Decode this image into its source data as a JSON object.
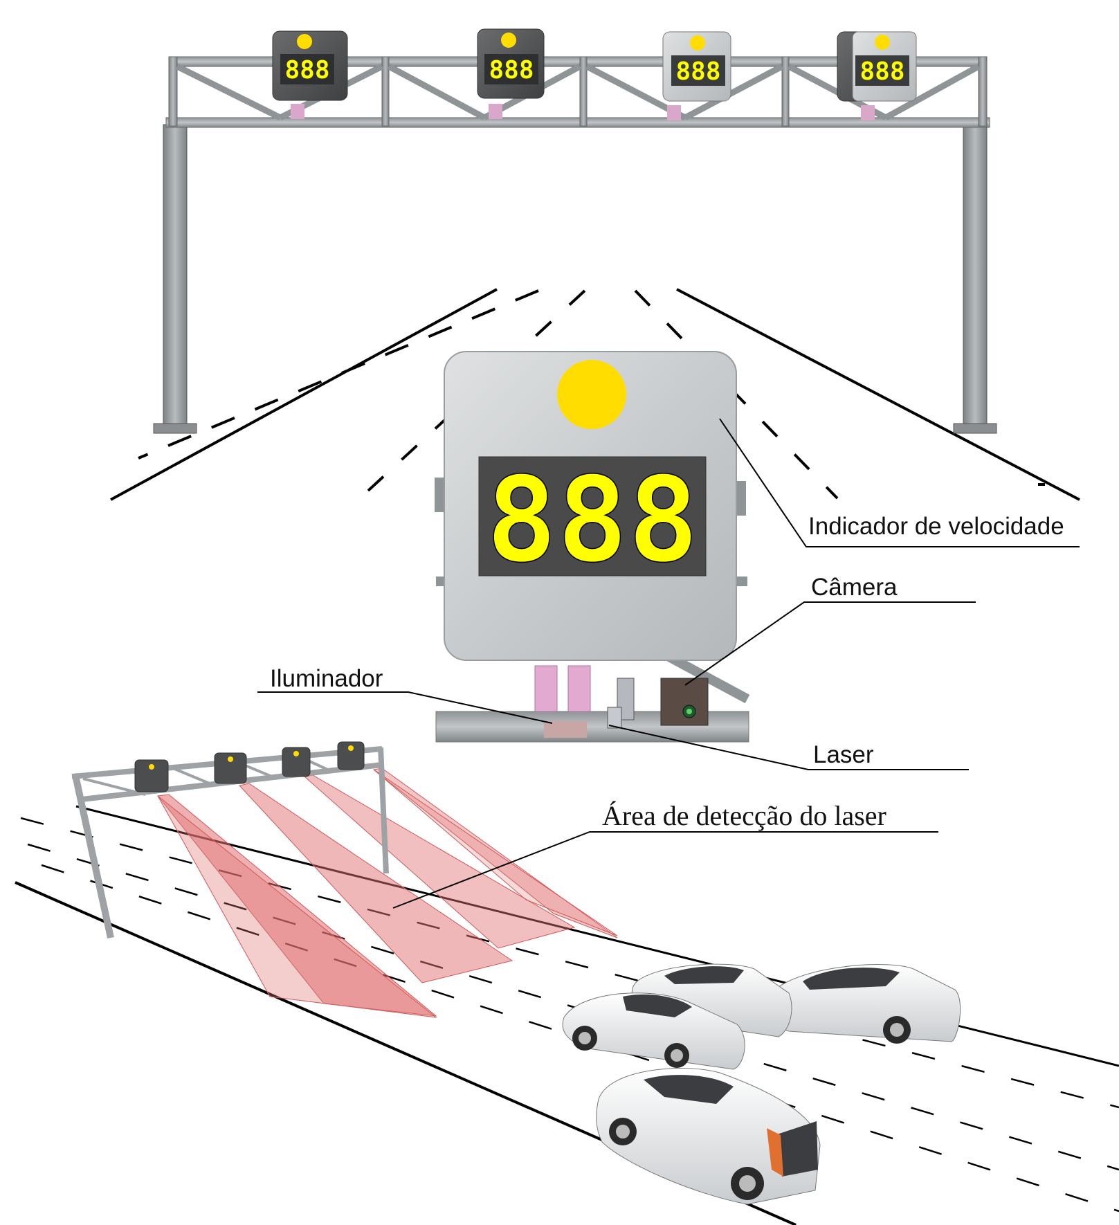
{
  "display": {
    "big_digits": "888",
    "small_digits": "888"
  },
  "labels": {
    "speed_indicator": "Indicador de velocidade",
    "camera": "Câmera",
    "illuminator": "Iluminador",
    "laser": "Laser",
    "laser_area": "Área de detecção do laser"
  },
  "colors": {
    "digit_yellow": "#ffff00",
    "beacon_yellow": "#ffdd00",
    "gantry_steel": "#9a9ea1",
    "laser_beam": "#e07070",
    "display_panel": "#4a4a4a"
  }
}
